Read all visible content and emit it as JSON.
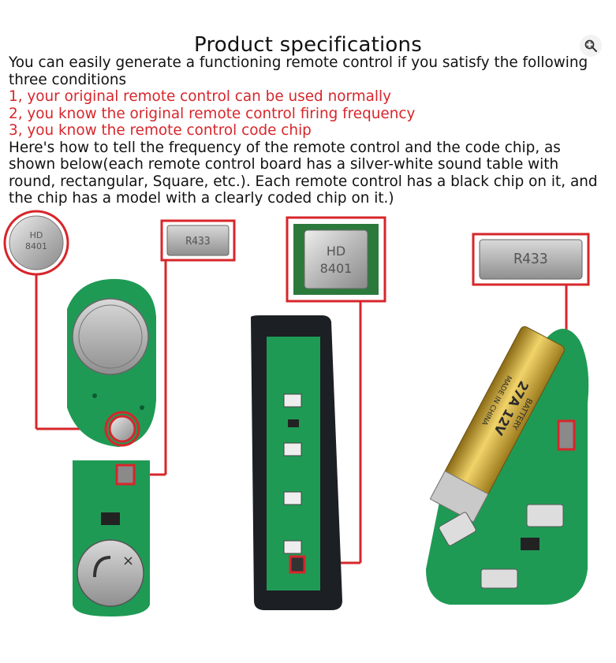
{
  "title": "Product specifications",
  "intro": "You can easily generate a functioning remote control if you satisfy the following three conditions",
  "conditions": [
    "1, your original remote control can be used normally",
    "2, you know the original remote control firing frequency",
    "3, you know the remote control code chip"
  ],
  "explanation": "Here's how to tell the frequency of the remote control and the code chip, as shown below(each remote control board has a silver-white sound table with round, rectangular, Square, etc.). Each remote control has a black chip on it, and the chip has a model with a clearly coded chip on it.)",
  "chip_labels": {
    "round_line1": "HD",
    "round_line2": "8401",
    "rect_left": "R433",
    "square_line1": "HD",
    "square_line2": "8401",
    "rect_right": "R433"
  },
  "battery_labels": {
    "main": "27A 12V",
    "sub": "BATTERY",
    "origin": "MADE IN CHINA"
  },
  "colors": {
    "highlight": "#d7262b",
    "pcb": "#1f9a55",
    "text": "#111111"
  },
  "icons": [
    "zoom-icon"
  ]
}
